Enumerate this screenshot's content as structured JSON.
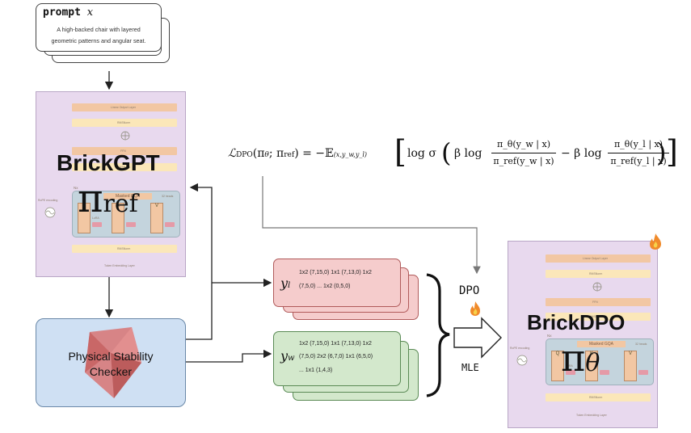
{
  "prompt": {
    "label": "prompt",
    "var": "x",
    "line1": "A high-backed chair with layered",
    "line2": "geometric patterns and angular seat."
  },
  "ref_model": {
    "name": "BrickGPT",
    "pi": "π",
    "sub": "ref",
    "layer_top": "Linear Output Layer",
    "rms1": "RMSNorm",
    "ffn": "FFN",
    "rms2": "RMSNorm",
    "nx": "Nx",
    "masked": "Masked GQA",
    "q": "Q",
    "k": "K",
    "v": "V",
    "lora_w": "W",
    "lora_label": "LoRA",
    "side": "32 heads",
    "rope": "RoPE encoding",
    "rms3": "RMSNorm",
    "embed": "Token Embedding Layer"
  },
  "dpo_model": {
    "name": "BrickDPO",
    "pi": "π",
    "sub": "θ",
    "layer_top": "Linear Output Layer",
    "rms1": "RMSNorm",
    "ffn": "FFN",
    "rms2": "RMSNorm",
    "nx": "Nx",
    "masked": "Masked GQA",
    "q": "Q",
    "k": "K",
    "v": "V",
    "lora_w": "W",
    "lora_label": "LoRA",
    "side": "32 heads",
    "rope": "RoPE encoding",
    "rms3": "RMSNorm",
    "embed": "Token Embedding Layer"
  },
  "checker": {
    "line1": "Physical Stability",
    "line2": "Checker"
  },
  "losing": {
    "var": "y",
    "sub": "l",
    "line1": "1x2 (7,15,0) 1x1 (7,13,0) 1x2",
    "line2": "(7,5,0) ...  1x2 (0,5,0)"
  },
  "winning": {
    "var": "y",
    "sub": "w",
    "line1": "1x2 (7,15,0) 1x1 (7,13,0) 1x2",
    "line2": "(7,5,0) 2x2 (6,7,0) 1x1 (6,5,0)",
    "line3": "...  1x1 (1,4,3)"
  },
  "labels": {
    "dpo": "DPO",
    "mle": "MLE"
  },
  "formula": {
    "lhs_L": "ℒ",
    "lhs_sub": "DPO",
    "lhs_args": "(π",
    "lhs_theta": "θ",
    "lhs_mid": "; π",
    "lhs_ref": "ref",
    "lhs_close": ") = −𝔼",
    "exp_sub": "(x,y_w,y_l)",
    "log_sigma": "log σ",
    "beta_log": "β log",
    "num1": "π_θ(y_w | x)",
    "den1": "π_ref(y_w | x)",
    "minus": "− β log",
    "num2": "π_θ(y_l | x)",
    "den2": "π_ref(y_l | x)"
  },
  "colors": {
    "panel": "#e8d9ee",
    "checker": "#cfe0f3",
    "losing": "#f5cccc",
    "winning": "#d3e8cc",
    "crystal": "#d77a7a"
  }
}
